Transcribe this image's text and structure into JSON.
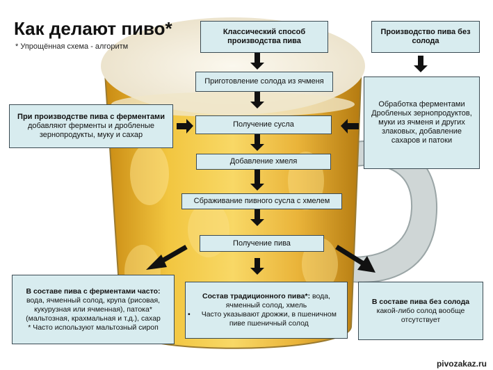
{
  "header": {
    "title": "Как делают пиво*",
    "note": "* Упрощённая схема - алгоритм"
  },
  "flow": {
    "classic_title": "Классический способ производства пива",
    "step1": "Приготовление солода из ячменя",
    "step2": "Получение сусла",
    "step3": "Добавление хмеля",
    "step4": "Сбраживание пивного сусла с хмелем",
    "step5": "Получение пива"
  },
  "no_malt": {
    "title": "Производство пива без солода",
    "process": "Обработка ферментами Дробленых зернопродуктов, муки из ячменя и других злаковых, добавление сахаров и патоки"
  },
  "enzymes_note": {
    "title": "При производстве пива с ферментами",
    "text": "добавляют ферменты и дробленые зернопродукты, муку и сахар"
  },
  "result_enzymes": {
    "title": "В составе пива с ферментами часто:",
    "text": "вода, ячменный солод, крупа (рисовая, кукурузная или ячменная), патока* (мальтозная, крахмальная и т.д.), сахар",
    "footnote": "* Часто используют мальтозный сироп"
  },
  "result_traditional": {
    "title": "Состав традиционного пива*:",
    "text": "вода, ячменный солод, хмель",
    "footnote": "Часто указывают дрожжи, в пшеничном пиве пшеничный солод"
  },
  "result_no_malt": {
    "title": "В составе пива без солода",
    "text": "какой-либо солод вообще отсутствует"
  },
  "watermark": "pivozakaz.ru",
  "colors": {
    "box_fill": "#d8ecef",
    "box_border": "#3a4a52",
    "beer": "#e8b22a",
    "foam": "#f5efe0",
    "arrow": "#111111"
  }
}
